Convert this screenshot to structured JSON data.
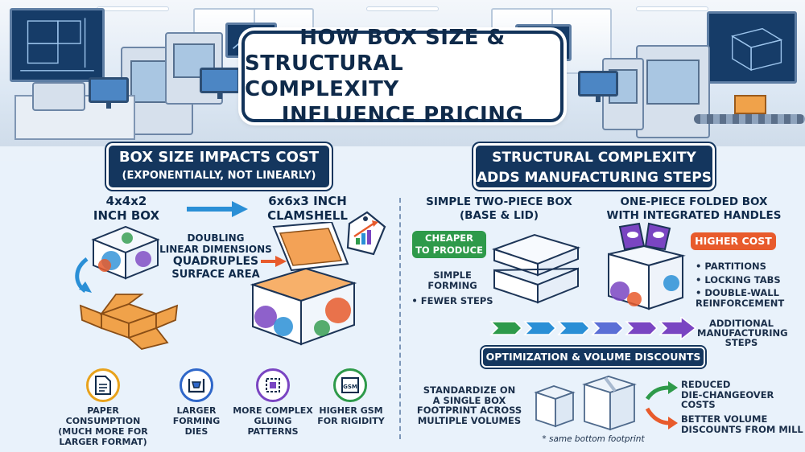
{
  "title": {
    "line1": "HOW BOX SIZE &",
    "line2": "STRUCTURAL COMPLEXITY",
    "line3": "INFLUENCE PRICING"
  },
  "left": {
    "heading": "BOX SIZE IMPACTS COST",
    "subheading": "(EXPONENTIALLY, NOT LINEARLY)",
    "small_box_label": [
      "4x4x2",
      "INCH BOX"
    ],
    "large_box_label": [
      "6x6x3 INCH",
      "CLAMSHELL"
    ],
    "note": [
      "DOUBLING",
      "LINEAR DIMENSIONS",
      "QUADRUPLES",
      "SURFACE AREA"
    ],
    "factors": [
      {
        "icon": "document-icon",
        "color": "#e8a21c",
        "label": [
          "PAPER CONSUMPTION",
          "(MUCH MORE FOR",
          "LARGER FORMAT)"
        ]
      },
      {
        "icon": "die-cutter-icon",
        "color": "#2f67c9",
        "label": [
          "LARGER",
          "FORMING",
          "DIES"
        ]
      },
      {
        "icon": "glue-pattern-icon",
        "color": "#7a45c2",
        "label": [
          "MORE COMPLEX",
          "GLUING",
          "PATTERNS"
        ]
      },
      {
        "icon": "gsm-paper-icon",
        "color": "#2e9a4a",
        "label": [
          "HIGHER GSM",
          "FOR RIGIDITY"
        ]
      }
    ]
  },
  "right": {
    "heading": "STRUCTURAL COMPLEXITY",
    "subheading": "ADDS MANUFACTURING STEPS",
    "simple_label": [
      "SIMPLE TWO-PIECE BOX",
      "(BASE & LID)"
    ],
    "complex_label": [
      "ONE-PIECE FOLDED BOX",
      "WITH INTEGRATED HANDLES"
    ],
    "cheaper_badge": [
      "CHEAPER",
      "TO PRODUCE"
    ],
    "simple_points": [
      "SIMPLE FORMING",
      "• FEWER STEPS"
    ],
    "higher_badge": "HIGHER COST",
    "complex_points": [
      "• PARTITIONS",
      "• LOCKING TABS",
      "• DOUBLE-WALL",
      "REINFORCEMENT"
    ],
    "steps_label": [
      "ADDITIONAL",
      "MANUFACTURING",
      "STEPS"
    ],
    "step_colors": [
      "#2e9a4a",
      "#2a8fd6",
      "#2a8fd6",
      "#5b6fd6",
      "#7a45c2",
      "#7a45c2"
    ],
    "opt_heading": "OPTIMIZATION & VOLUME DISCOUNTS",
    "opt_text": [
      "STANDARDIZE ON",
      "A SINGLE BOX",
      "FOOTPRINT ACROSS",
      "MULTIPLE VOLUMES"
    ],
    "footprint_note": "* same bottom footprint",
    "benefits": [
      {
        "color": "#2e9a4a",
        "label": [
          "REDUCED",
          "DIE-CHANGEOVER",
          "COSTS"
        ]
      },
      {
        "color": "#e85b2c",
        "label": [
          "BETTER VOLUME",
          "DISCOUNTS FROM MILL"
        ]
      }
    ]
  },
  "colors": {
    "navy": "#14365e",
    "green": "#2e9a4a",
    "orange": "#e85b2c",
    "blue_arrow": "#2a8fd6",
    "cardboard": "#f0a24a"
  }
}
